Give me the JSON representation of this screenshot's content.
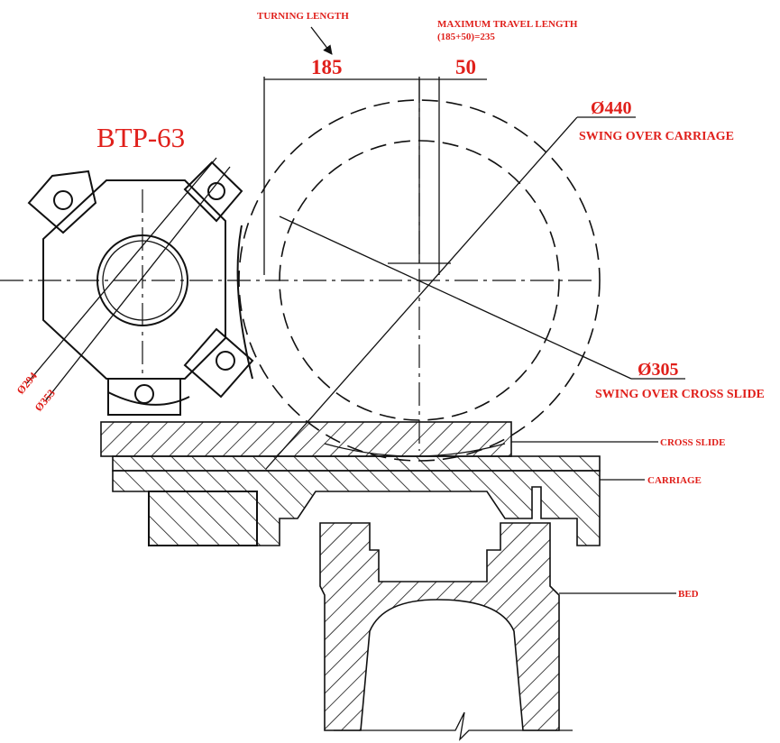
{
  "labels": {
    "model": "BTP-63",
    "turning_length": "TURNING LENGTH",
    "max_travel_line1": "MAXIMUM TRAVEL LENGTH",
    "max_travel_line2": "(185+50)=235",
    "dim_185": "185",
    "dim_50": "50",
    "dia_440": "Ø440",
    "swing_carriage": "SWING OVER CARRIAGE",
    "dia_305": "Ø305",
    "swing_cross_slide": "SWING OVER CROSS SLIDE",
    "dia_294": "Ø294",
    "dia_353": "Ø353",
    "cross_slide": "CROSS SLIDE",
    "carriage": "CARRIAGE",
    "bed": "BED"
  },
  "colors": {
    "annotation": "#e0201b",
    "linework": "#111111"
  }
}
